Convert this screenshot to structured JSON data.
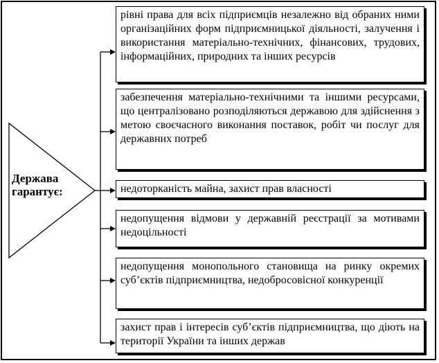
{
  "source": {
    "label_line1": "Держава",
    "label_line2": "гарантує:"
  },
  "items": [
    {
      "text": "рівні права для всіх підприємців незалежно від обраних ними організаційних форм підприємницької діяльності, залучення і використання матеріально-технічних, фінансових, трудових, інформаційних, природних та інших ресурсів"
    },
    {
      "text": "забезпечення матеріально-технічними та іншими ресурсами, що централізовано розподіляються державою для здійснення з метою своєчасного виконання поставок, робіт чи послуг для державних потреб"
    },
    {
      "text": "недоторканість майна, захист прав власності"
    },
    {
      "text": "недопущення відмови у державній реєстрації за мотивами недоцільності"
    },
    {
      "text": "недопущення монопольного становища на ринку окремих суб’єктів підприємництва, недобросовісної конкуренції"
    },
    {
      "text": "захист прав і інтересів суб’єктів підприємництва, що діють на території України та інших держав"
    }
  ]
}
